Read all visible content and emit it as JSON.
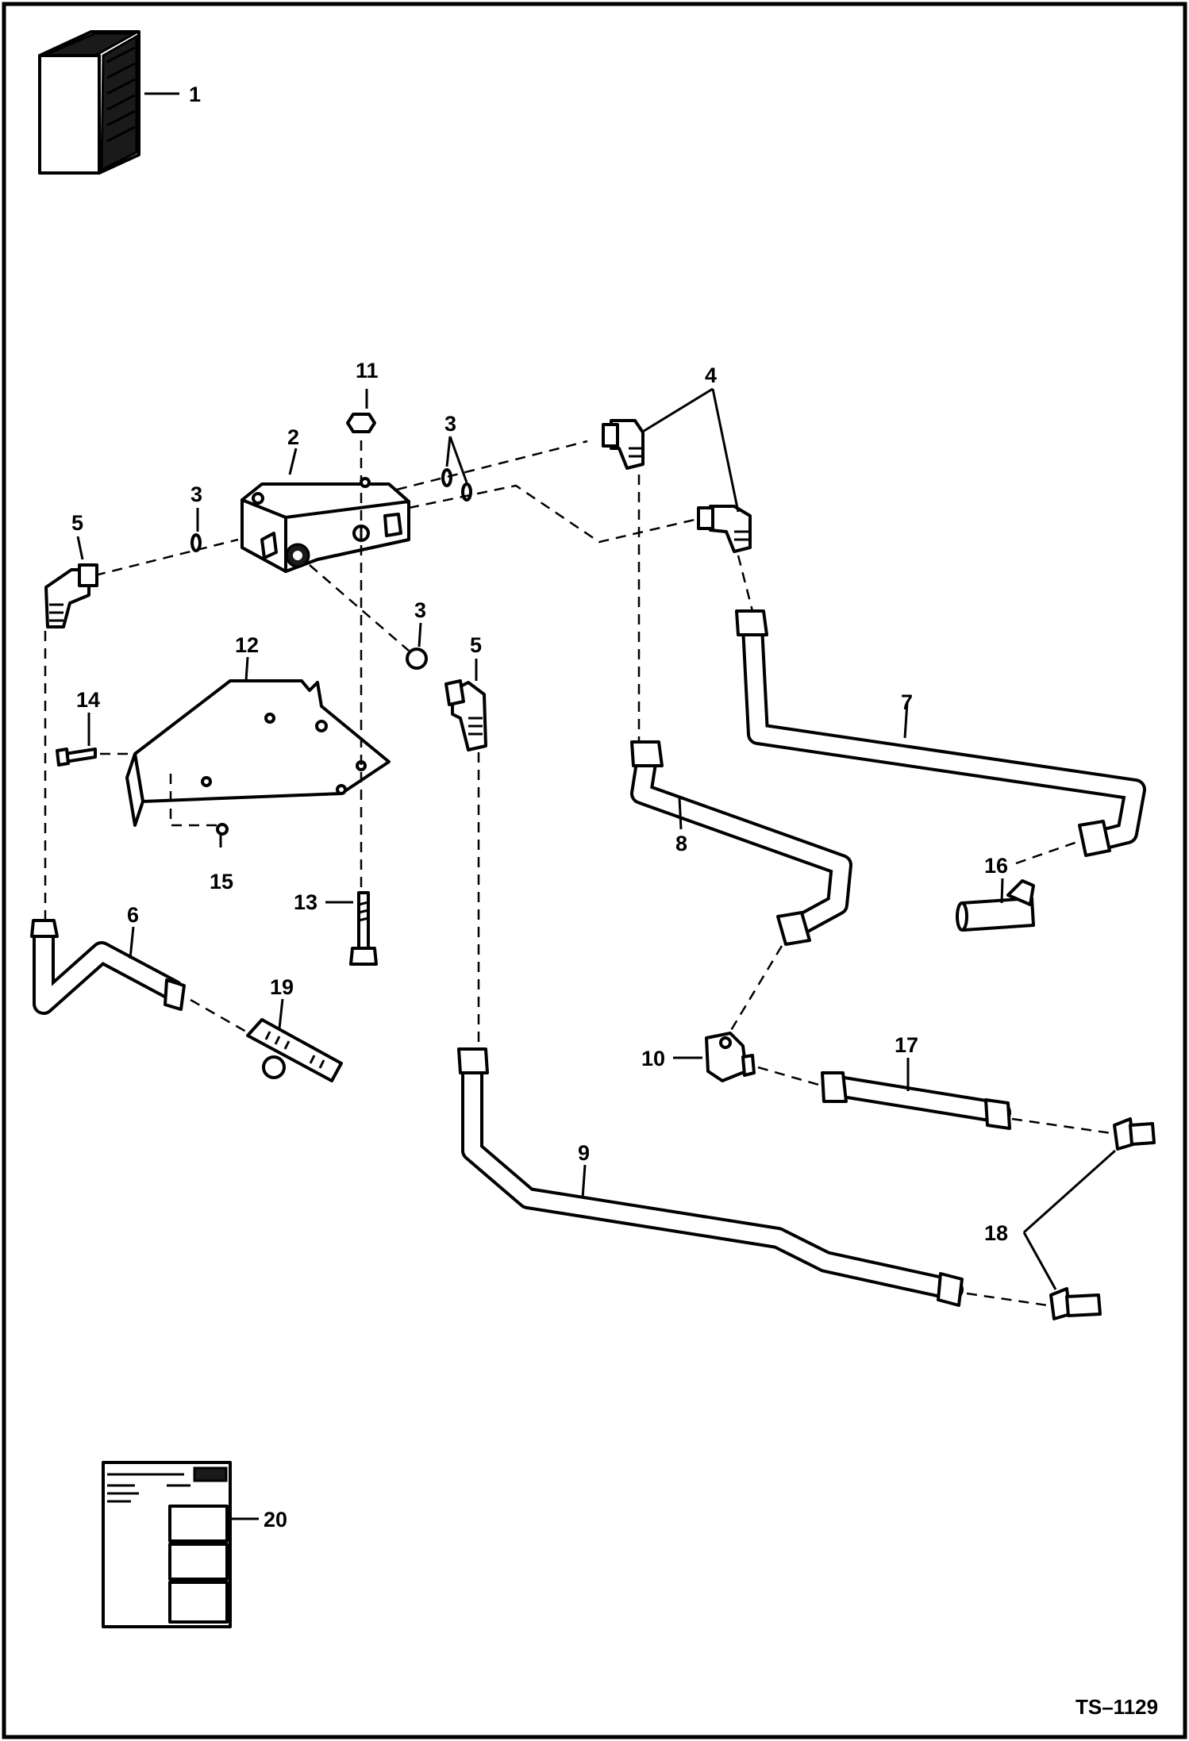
{
  "diagram": {
    "drawing_number": "TS–1129",
    "callouts": [
      {
        "id": "c1",
        "label": "1"
      },
      {
        "id": "c2",
        "label": "2"
      },
      {
        "id": "c3a",
        "label": "3"
      },
      {
        "id": "c3b",
        "label": "3"
      },
      {
        "id": "c3c",
        "label": "3"
      },
      {
        "id": "c4",
        "label": "4"
      },
      {
        "id": "c5a",
        "label": "5"
      },
      {
        "id": "c5b",
        "label": "5"
      },
      {
        "id": "c6",
        "label": "6"
      },
      {
        "id": "c7",
        "label": "7"
      },
      {
        "id": "c8",
        "label": "8"
      },
      {
        "id": "c9",
        "label": "9"
      },
      {
        "id": "c10",
        "label": "10"
      },
      {
        "id": "c11",
        "label": "11"
      },
      {
        "id": "c12",
        "label": "12"
      },
      {
        "id": "c13",
        "label": "13"
      },
      {
        "id": "c14",
        "label": "14"
      },
      {
        "id": "c15",
        "label": "15"
      },
      {
        "id": "c16",
        "label": "16"
      },
      {
        "id": "c17",
        "label": "17"
      },
      {
        "id": "c18",
        "label": "18"
      },
      {
        "id": "c19",
        "label": "19"
      },
      {
        "id": "c20",
        "label": "20"
      }
    ]
  },
  "colors": {
    "line": "#000000",
    "background": "#ffffff"
  }
}
